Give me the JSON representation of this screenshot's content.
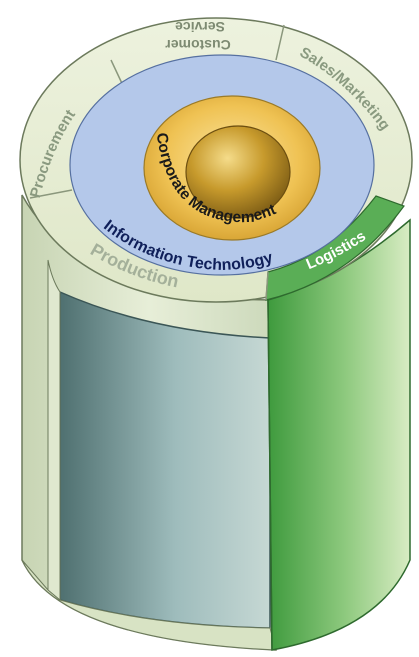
{
  "segments": {
    "customer_service_line1": "Customer",
    "customer_service_line2": "Service",
    "sales_marketing": "Sales/Marketing",
    "procurement": "Procurement",
    "production": "Production",
    "logistics": "Logistics"
  },
  "rings": {
    "information_technology": "Information Technology",
    "corporate_management": "Corporate Management"
  },
  "colors": {
    "outer_ring": "#e4ebcf",
    "it_ring": "#b4c8ea",
    "core_ring": "#f1c65a",
    "logistics": "#5aae56",
    "inner_wall": "#7fa0a0"
  }
}
